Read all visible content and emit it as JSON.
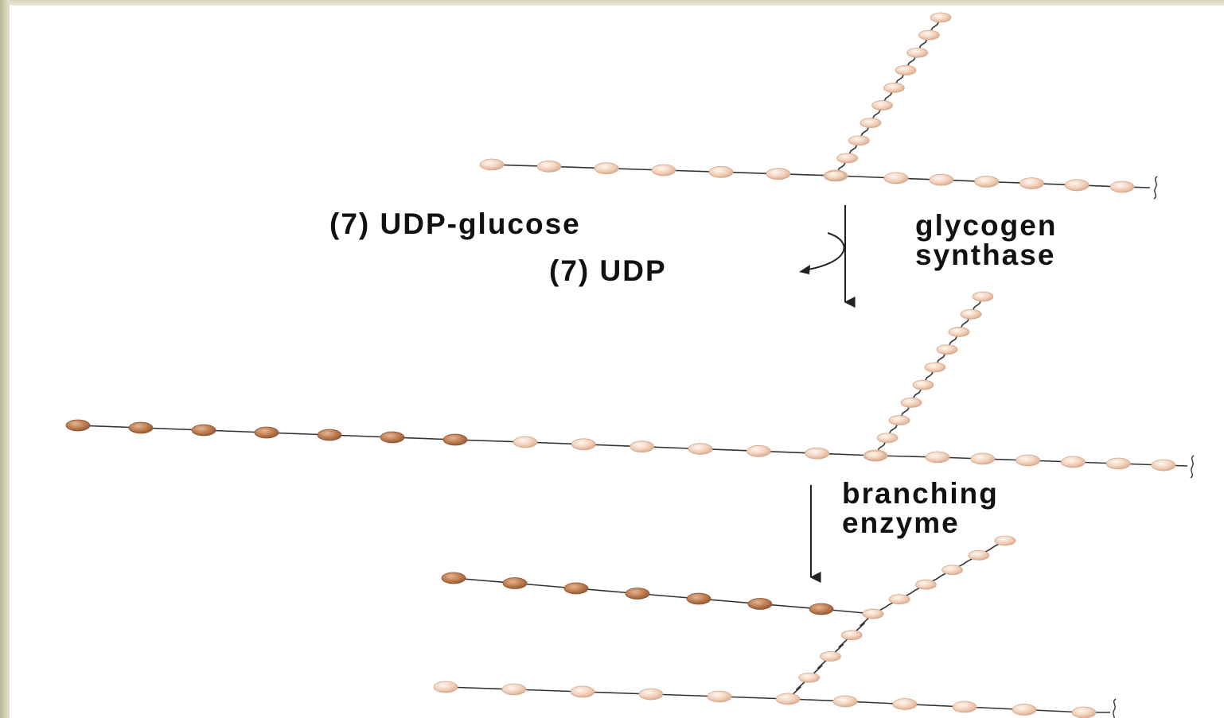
{
  "reaction": {
    "substrate": "(7) UDP-glucose",
    "product": "(7) UDP"
  },
  "enzymes": {
    "step1_line1": "glycogen",
    "step1_line2": "synthase",
    "step2_line1": "branching",
    "step2_line2": "enzyme"
  },
  "colors": {
    "existing_glucose": "#f1cdb5",
    "added_glucose": "#b97a4f",
    "bond_line": "#333333",
    "frame": "#d6d3b8"
  }
}
